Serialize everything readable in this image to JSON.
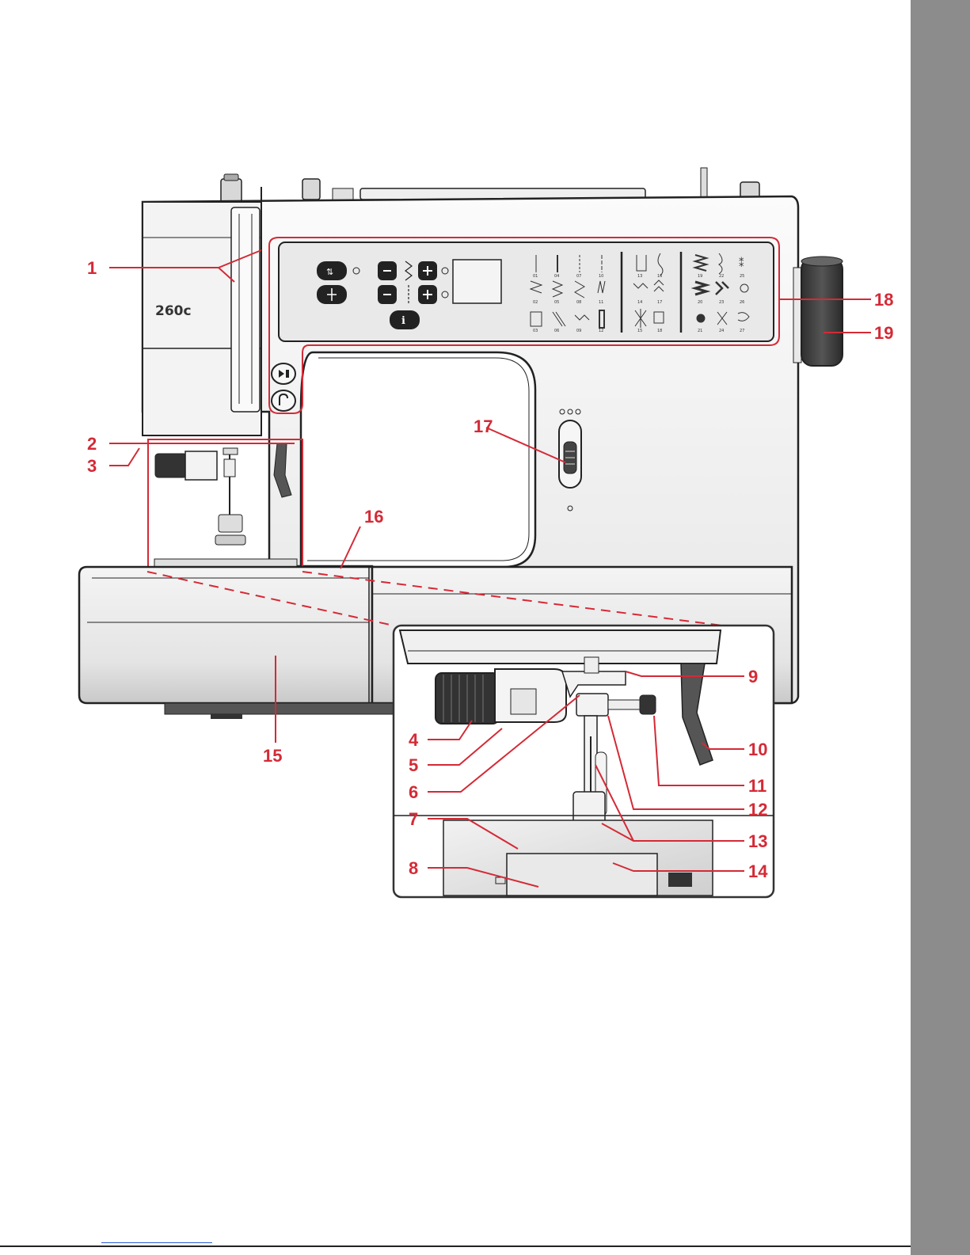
{
  "machine": {
    "model_label": "260c"
  },
  "callouts": [
    {
      "n": "1"
    },
    {
      "n": "2"
    },
    {
      "n": "3"
    },
    {
      "n": "4"
    },
    {
      "n": "5"
    },
    {
      "n": "6"
    },
    {
      "n": "7"
    },
    {
      "n": "8"
    },
    {
      "n": "9"
    },
    {
      "n": "10"
    },
    {
      "n": "11"
    },
    {
      "n": "12"
    },
    {
      "n": "13"
    },
    {
      "n": "14"
    },
    {
      "n": "15"
    },
    {
      "n": "16"
    },
    {
      "n": "17"
    },
    {
      "n": "18"
    },
    {
      "n": "19"
    }
  ],
  "stitch_numbers": {
    "col1": [
      "01",
      "02",
      "03"
    ],
    "col2": [
      "04",
      "05",
      "06"
    ],
    "col3": [
      "07",
      "08",
      "09"
    ],
    "col4": [
      "10",
      "11",
      "12"
    ],
    "col5": [
      "13",
      "14",
      "15"
    ],
    "col6": [
      "16",
      "17",
      "18"
    ],
    "col7": [
      "19",
      "20",
      "21"
    ],
    "col8": [
      "22",
      "23",
      "24"
    ],
    "col9": [
      "25",
      "26",
      "27"
    ]
  },
  "colors": {
    "accent": "#d42a36",
    "outline": "#222222",
    "body": "#f7f7f7",
    "panel": "#e9e9e9",
    "handwheel": "#3a3a3a",
    "sidebar": "#8d8c8c"
  }
}
